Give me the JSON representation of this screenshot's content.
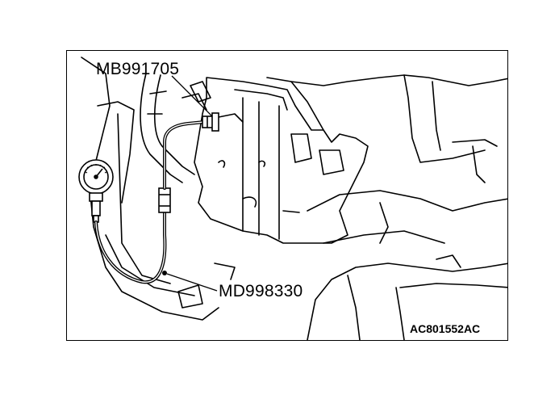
{
  "figure": {
    "labels": {
      "tool_top": "MB991705",
      "tool_bottom": "MD998330",
      "reference_code": "AC801552AC"
    }
  }
}
